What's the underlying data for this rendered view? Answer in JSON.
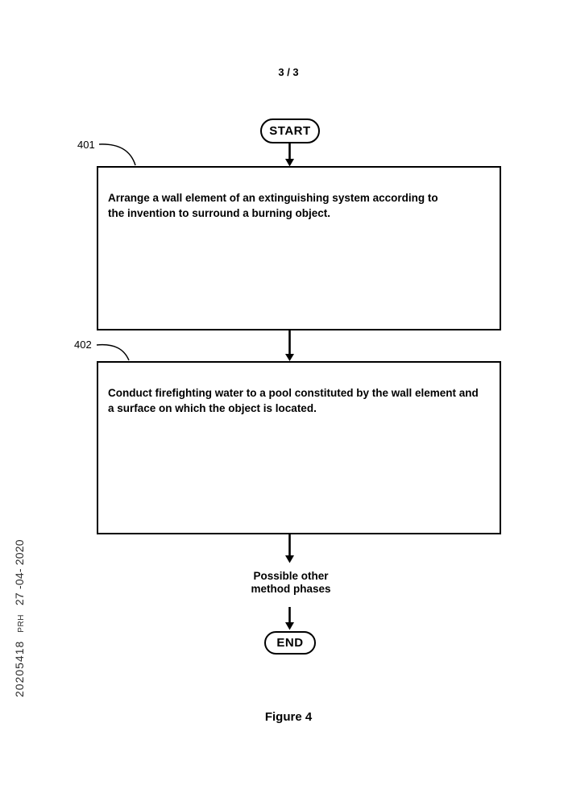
{
  "page": {
    "page_number": "3 / 3",
    "figure_caption": "Figure 4"
  },
  "stamp": {
    "application_number": "20205418",
    "office": "PRH",
    "date": "27 -04- 2020"
  },
  "flowchart": {
    "start_label": "START",
    "end_label": "END",
    "steps": [
      {
        "ref": "401",
        "text": "Arrange a wall element of an extinguishing system according to\nthe invention to surround a burning object."
      },
      {
        "ref": "402",
        "text": "Conduct firefighting water to a pool constituted by the wall element and\na surface on which the object is located."
      }
    ],
    "note": "Possible other\nmethod phases"
  },
  "colors": {
    "ink": "#000000",
    "paper": "#ffffff"
  }
}
